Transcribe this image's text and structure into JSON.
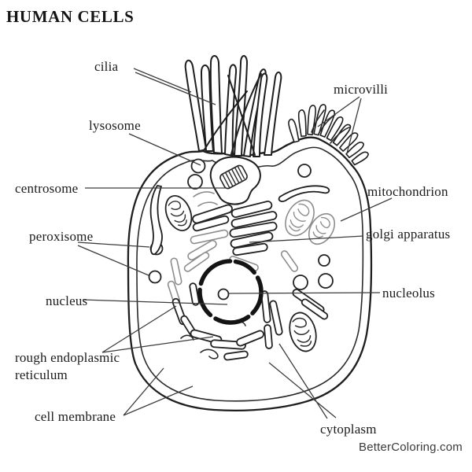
{
  "page": {
    "title": "HUMAN CELLS",
    "watermark": "BetterColoring.com",
    "background_color": "#ffffff",
    "line_color": "#1e1e1e",
    "label_color": "#1b1b1b"
  },
  "diagram": {
    "type": "labeled-line-drawing",
    "subject": "human cell anatomy coloring page, black and white line art of a cell with cilia and microvilli",
    "labels": {
      "cilia": "cilia",
      "microvilli": "microvilli",
      "lysosome": "lysosome",
      "centrosome": "centrosome",
      "mitochondrion": "mitochondrion",
      "golgi_apparatus": "golgi apparatus",
      "peroxisome": "peroxisome",
      "nucleus": "nucleus",
      "nucleolus": "nucleolus",
      "rough_er_line1": "rough endoplasmic",
      "rough_er_line2": "reticulum",
      "cell_membrane": "cell membrane",
      "cytoplasm": "cytoplasm"
    },
    "parts_depicted": [
      "cilia",
      "microvilli",
      "lysosome",
      "centrosome",
      "centriole",
      "mitochondrion",
      "golgi apparatus",
      "peroxisome",
      "nucleus",
      "nucleolus",
      "rough endoplasmic reticulum",
      "cell membrane",
      "cytoplasm",
      "vesicles"
    ]
  }
}
